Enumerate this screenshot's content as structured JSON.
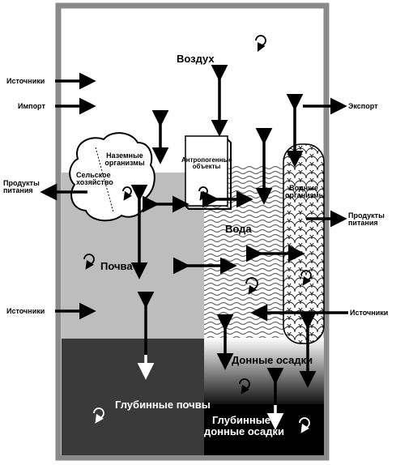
{
  "zones": {
    "air": "Воздух",
    "water": "Вода",
    "soil": "Почва",
    "deep_soil": "Глубинные почвы",
    "sediments": "Донные осадки",
    "deep_sediments_line1": "Глубинные",
    "deep_sediments_line2": "донные осадки"
  },
  "boxes": {
    "agriculture_line1": "Сельское",
    "agriculture_line2": "хозяйство",
    "land_organisms_line1": "Наземные",
    "land_organisms_line2": "организмы",
    "anthropogenic_line1": "Антропогенные",
    "anthropogenic_line2": "объекты",
    "water_organisms_line1": "Водные",
    "water_organisms_line2": "организмы"
  },
  "flows": {
    "sources_top": "Источники",
    "import": "Импорт",
    "export": "Экспорт",
    "food_left_line1": "Продукты",
    "food_left_line2": "питания",
    "food_right_line1": "Продукты",
    "food_right_line2": "питания",
    "sources_left": "Источники",
    "sources_right": "Источники"
  },
  "colors": {
    "frame": "#8a8a8a",
    "soil": "#bdbdbd",
    "deep_soil": "#3a3a3a",
    "deep_sediments": "#000000",
    "arrow": "#000000"
  }
}
